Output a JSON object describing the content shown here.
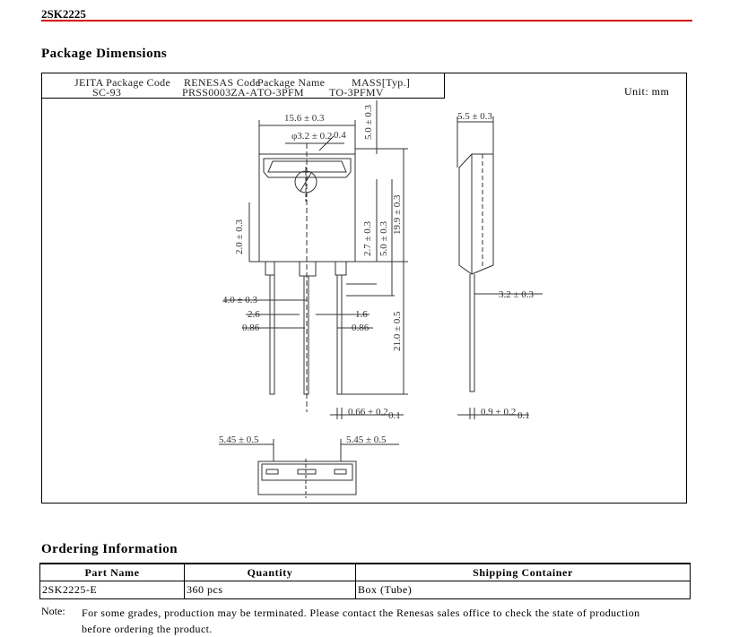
{
  "header": {
    "part": "2SK2225"
  },
  "package": {
    "title": "Package Dimensions",
    "unit": "Unit: mm",
    "jeita": {
      "headers": [
        "JEITA Package Code",
        "RENESAS Code",
        "Package Name",
        "MASS[Typ.]"
      ],
      "values": [
        "SC-93",
        "PRSS0003ZA-A",
        "TO-3PFM",
        "TO-3PFMV"
      ]
    },
    "dims": {
      "width": "15.6 ± 0.3",
      "hole": "φ3.2 ± 0.2",
      "hole_tol": "0.4",
      "top_h": "5.0 ± 0.3",
      "height": "19.9 ± 0.3",
      "tab_h": "2.0 ± 0.3",
      "step_h": "2.7 ± 0.3",
      "step_h2": "5.0 ± 0.3",
      "lead_w": "4.0 ± 0.3",
      "d26": "2.6",
      "d16": "1.6",
      "d086a": "0.86",
      "d086b": "0.86",
      "lead_len": "21.0 ± 0.5",
      "d066": "0.66 + 0.2",
      "d066_tol": "− 0.1",
      "thick": "5.5 ± 0.3",
      "side_d": "3.2 ± 0.3",
      "d09": "0.9 + 0.2",
      "d09_tol": "− 0.1",
      "pitch_l": "5.45 ± 0.5",
      "pitch_r": "5.45 ± 0.5"
    }
  },
  "ordering": {
    "title": "Ordering Information",
    "headers": [
      "Part Name",
      "Quantity",
      "Shipping Container"
    ],
    "rows": [
      [
        "2SK2225-E",
        "360 pcs",
        "Box (Tube)"
      ]
    ],
    "note_label": "Note:",
    "note_text": "For some grades, production may be terminated. Please contact the Renesas sales office to check the state of production before ordering the product."
  }
}
